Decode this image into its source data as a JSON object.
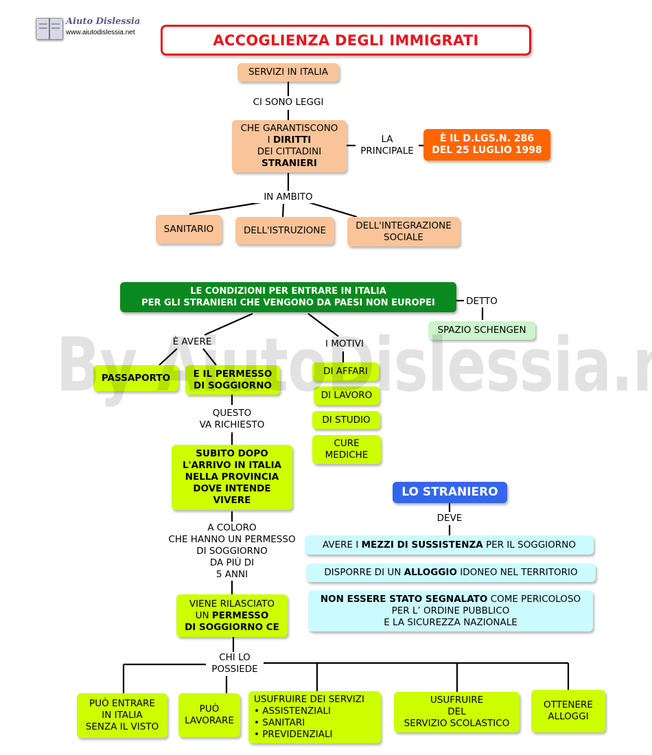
{
  "logo": {
    "brand": "Aiuto Dislessia",
    "url": "www.aiutodislessia.net"
  },
  "title": "ACCOGLIENZA DEGLI IMMIGRATI",
  "watermark": "By AiutoDislessia.net",
  "colors": {
    "title_border": "#e8141c",
    "title_text": "#e8141c",
    "peach": "#f9c49a",
    "orange": "#ff6600",
    "green": "#0a8a1e",
    "lime": "#ccff00",
    "mint": "#ccf5cc",
    "blue": "#3366ee",
    "cyan": "#ccfbff"
  },
  "top": {
    "servizi": "SERVIZI IN ITALIA",
    "ci_sono_leggi": "CI SONO LEGGI",
    "garantiscono": {
      "l1": "CHE GARANTISCONO",
      "l2a": "I ",
      "l2b": "DIRITTI",
      "l3": "DEI CITTADINI",
      "l4": "STRANIERI"
    },
    "la_principale": {
      "l1": "LA",
      "l2": "PRINCIPALE"
    },
    "dlgs": {
      "l1": "È IL D.LGS.N. 286",
      "l2": "DEL 25 LUGLIO  1998"
    },
    "in_ambito": "IN AMBITO",
    "sanitario": "SANITARIO",
    "istruzione": "DELL'ISTRUZIONE",
    "integrazione": {
      "l1": "DELL'INTEGRAZIONE",
      "l2": "SOCIALE"
    }
  },
  "middle": {
    "condizioni": {
      "l1": "LE CONDIZIONI PER ENTRARE IN ITALIA",
      "l2": "PER GLI STRANIERI CHE VENGONO DA PAESI NON EUROPEI"
    },
    "detto": "DETTO",
    "schengen": "SPAZIO SCHENGEN",
    "e_avere": "È AVERE",
    "passaporto": "PASSAPORTO",
    "permesso": {
      "l1": "E IL PERMESSO",
      "l2": "DI SOGGIORNO"
    },
    "questo": {
      "l1": "QUESTO",
      "l2": "VA RICHIESTO"
    },
    "subito": {
      "l1": "SUBITO DOPO",
      "l2": "L'ARRIVO IN ITALIA",
      "l3": "NELLA PROVINCIA",
      "l4": "DOVE INTENDE",
      "l5": "VIVERE"
    },
    "a_coloro": {
      "l1": "A COLORO",
      "l2": "CHE HANNO UN PERMESSO",
      "l3": "DI SOGGIORNO",
      "l4": "DA PIÙ DI",
      "l5": "5 ANNI"
    },
    "viene": {
      "l1": "VIENE RILASCIATO",
      "l2a": "UN  ",
      "l2b": "PERMESSO",
      "l3": "DI SOGGIORNO CE"
    },
    "i_motivi": "I MOTIVI",
    "affari": "DI AFFARI",
    "lavoro": "DI LAVORO",
    "studio": "DI STUDIO",
    "cure": {
      "l1": "CURE",
      "l2": "MEDICHE"
    }
  },
  "straniero": {
    "title": "LO STRANIERO",
    "deve": "DEVE",
    "mezzi": {
      "a": "AVERE I  ",
      "b": "MEZZI DI SUSSISTENZA",
      "c": "  PER IL SOGGIORNO"
    },
    "alloggio": {
      "a": "DISPORRE DI UN  ",
      "b": "ALLOGGIO",
      "c": "  IDONEO NEL TERRITORIO"
    },
    "segnalato": {
      "a": "NON ESSERE STATO SEGNALATO",
      "b": " COME PERICOLOSO",
      "l2": "PER L’ ORDINE PUBBLICO",
      "l3": "E LA SICUREZZA NAZIONALE"
    }
  },
  "bottom": {
    "chi_lo": {
      "l1": "CHI LO",
      "l2": "POSSIEDE"
    },
    "entrare": {
      "l1": "PUÒ ENTRARE",
      "l2": "IN ITALIA",
      "l3": "SENZA IL VISTO"
    },
    "lavorare": {
      "l1": "PUÒ",
      "l2": "LAVORARE"
    },
    "servizi": {
      "l1": "USUFRUIRE DEI SERVIZI",
      "b1": "• ASSISTENZIALI",
      "b2": "• SANITARI",
      "b3": "• PREVIDENZIALI"
    },
    "scolastico": {
      "l1": "USUFRUIRE",
      "l2": "DEL",
      "l3": "SERVIZIO SCOLASTICO"
    },
    "alloggi": {
      "l1": "OTTENERE",
      "l2": "ALLOGGI"
    }
  }
}
